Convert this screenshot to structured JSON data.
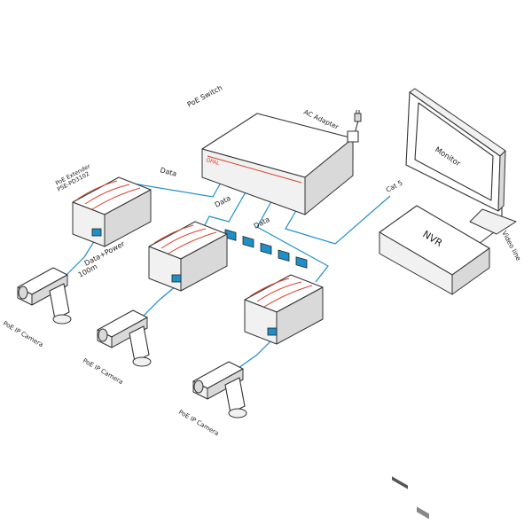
{
  "labels": {
    "poe_switch": "PoE Switch",
    "ac_adapter": "AC Adapter",
    "monitor": "Monitor",
    "nvr": "NVR",
    "cat5": "Cat 5",
    "video_line": "Video line",
    "extender_name": "PoE Extender",
    "extender_model": "PSE-PD3102",
    "data": "Data",
    "data_power": "Data+Power",
    "distance": "100m",
    "camera": "PoE IP Camera"
  }
}
